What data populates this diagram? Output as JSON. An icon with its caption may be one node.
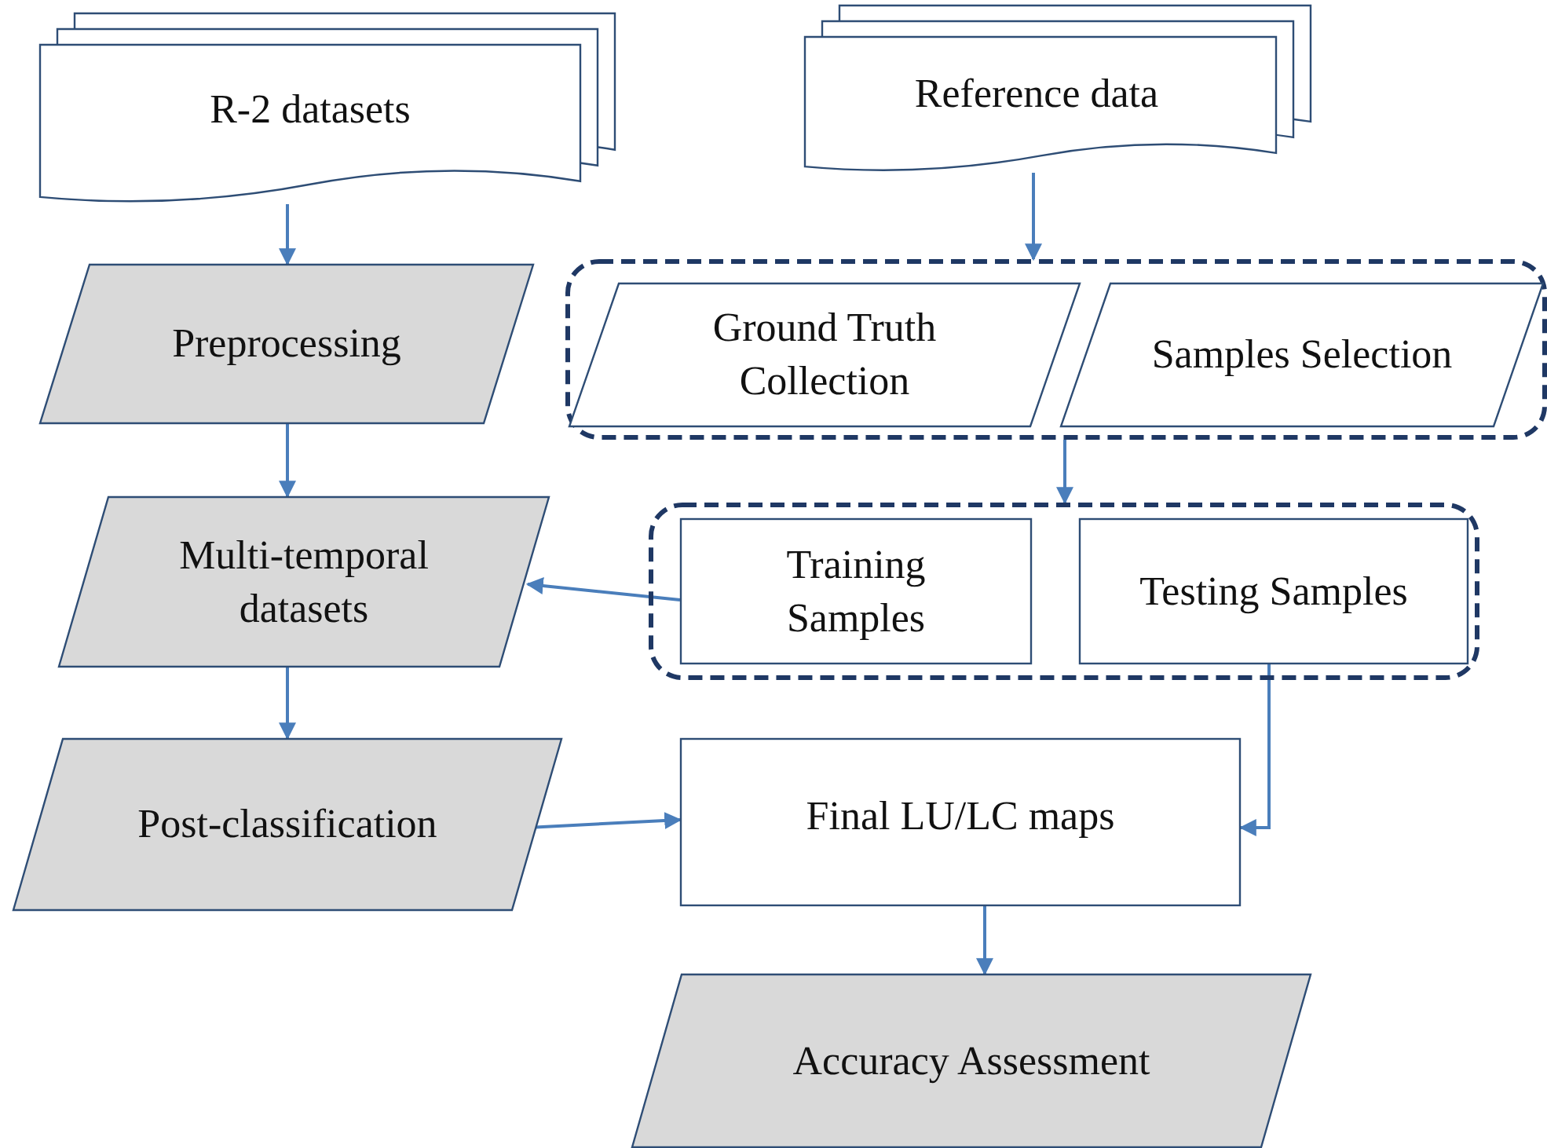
{
  "diagram": {
    "nodes": [
      {
        "text": [
          "R-2 datasets"
        ]
      },
      {
        "text": [
          "Reference data"
        ]
      },
      {
        "text": [
          "Preprocessing"
        ]
      },
      {
        "text": [],
        "shape": "box"
      },
      {
        "text": [
          "Ground Truth Collection"
        ],
        "in": 3
      },
      {
        "text": [
          "Samples Selection"
        ],
        "in": 3
      },
      {
        "text": [
          "Multi-temporal datasets"
        ]
      },
      {
        "text": [],
        "shape": "box"
      },
      {
        "text": [
          "Training Samples"
        ],
        "in": 7
      },
      {
        "text": [
          "Testing Samples"
        ],
        "in": 7
      },
      {
        "text": [
          "Post-classification"
        ]
      },
      {
        "text": [
          "Final LU/LC maps"
        ]
      },
      {
        "text": [
          "Accuracy Assessment"
        ]
      }
    ],
    "edges": [
      {
        "from": 0,
        "to": 2,
        "arrow": "to"
      },
      {
        "from": 1,
        "to": 3,
        "arrow": "to"
      },
      {
        "from": 2,
        "to": 6,
        "arrow": "to"
      },
      {
        "from": 3,
        "to": 7,
        "arrow": "to"
      },
      {
        "from": 8,
        "to": 6,
        "arrow": "to"
      },
      {
        "from": 6,
        "to": 10,
        "arrow": "to"
      },
      {
        "from": 10,
        "to": 11,
        "arrow": "to"
      },
      {
        "from": 9,
        "to": 11,
        "arrow": "to"
      },
      {
        "from": 11,
        "to": 12,
        "arrow": "to"
      }
    ]
  }
}
